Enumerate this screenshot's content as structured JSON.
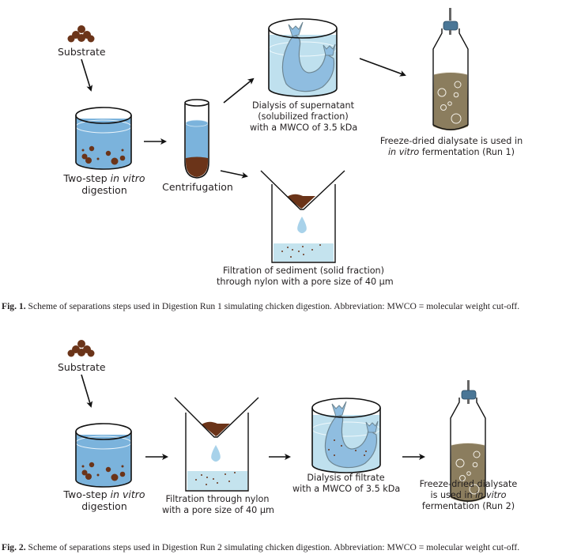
{
  "figure1": {
    "labels": {
      "substrate": "Substrate",
      "digestion_pre": "Two-step ",
      "digestion_italic": "in vitro",
      "digestion_line2": "digestion",
      "centrifugation": "Centrifugation",
      "dialysis_line1": "Dialysis of supernatant",
      "dialysis_line2": "(solubilized fraction)",
      "dialysis_line3": "with a MWCO of 3.5 kDa",
      "freeze_line1": "Freeze-dried dialysate is used in",
      "freeze_italic": "in vitro",
      "freeze_line2_rest": " fermentation (Run 1)",
      "filtration_line1": "Filtration of sediment (solid fraction)",
      "filtration_line2": "through nylon with a pore size of 40 μm"
    },
    "caption": {
      "label": "Fig. 1.",
      "text": " Scheme of separations steps used in Digestion Run 1 simulating chicken digestion. Abbreviation: MWCO = molecular weight cut-off."
    }
  },
  "figure2": {
    "labels": {
      "substrate": "Substrate",
      "digestion_pre": "Two-step ",
      "digestion_italic": "in vitro",
      "digestion_line2": "digestion",
      "filtration_line1": "Filtration through nylon",
      "filtration_line2": "with a pore size of 40 μm",
      "dialysis_line1": "Dialysis of filtrate",
      "dialysis_line2": "with a MWCO of 3.5 kDa",
      "freeze_line1": "Freeze-dried dialysate",
      "freeze_line2_pre": "is used in ",
      "freeze_italic": "in vitro",
      "freeze_line3": "fermentation (Run 2)"
    },
    "caption": {
      "label": "Fig. 2.",
      "text": " Scheme of separations steps used in Digestion Run 2 simulating chicken digestion. Abbreviation: MWCO = molecular weight cut-off."
    }
  },
  "colors": {
    "substrate_brown": "#6b3419",
    "digestion_liquid": "#7bb3dc",
    "dialysis_liquid": "#bfe0ee",
    "dialysis_bag": "#8fbde0",
    "fermentation_liquid": "#8b7d5e",
    "bottle_cap": "#4a7696",
    "filtrate_liquid": "#c4e3ee"
  }
}
